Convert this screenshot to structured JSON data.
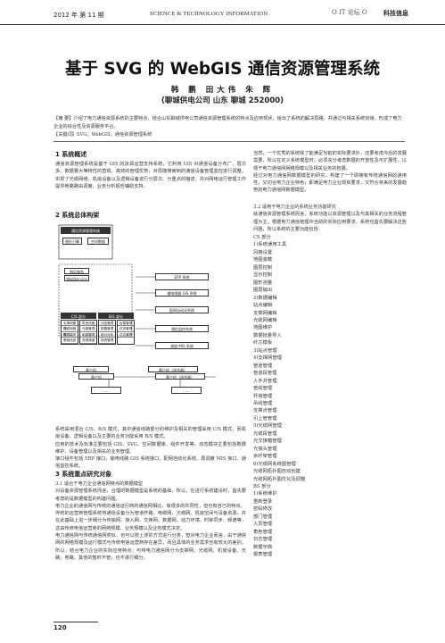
{
  "header": {
    "issue": "2012 年  第 11 期",
    "journal": "SCIENCE & TECHNOLOGY INFORMATION",
    "watermark": "O IT 论坛 O",
    "section": "科技信息"
  },
  "paper": {
    "title": "基于 SVG 的 WebGIS 通信资源管理系统",
    "authors": "韩 鹏  田大伟  朱 辉",
    "affiliation": "(聊城供电公司   山东   聊城   252000)",
    "abstract": "【摘  要】介绍了电力通信资源系统的主要特点，结合山东聊城供电公司通信资源管理系统的特点及应用现状，给出了系统的解决思路，并通过与相关系统衔接，形成了电力企业的综合性及资源服务平台。",
    "keywords": "【关键词】SVG；WebGIS；通信资源管理系统"
  },
  "left_column": {
    "sec1_title": "1  系统概述",
    "sec1_text": "通信资源管理系统是基于 GIS 的资源运营支持系统，它利用 GIS 对通信设备分布广、层次多、数据量大等特性的直观、高效的管理优势，对局端搜索到的通信设备管理监控进行调整，实现了光缆网络、机房设备以及逻辑设备进行分层次、分重点的描述，并对网络运行管理工作提供电路路由调度，业务分析报告辅助支持。",
    "sec2_title": "2  系统总体构架",
    "after_fig_text": "系统采用混合 C/S、B/S 模式，其中通信线路部分的维护及相关的管理采用 C/S 模式，而机房设备、逻辑设备以及主要的业务功能采用 B/S 模式。\n应用的技术及标准主要包括 GIS、SVG、空间数据库、组件开发等，动态模块主要包括数据维护、设备管理以及相关的业务管理。\n接口组件包括 ERP 接口、输电线路 GIS 系统接口、配网自动化系统、局调度 MIS 接口、通信监控系统。",
    "sec3_title": "3  系统重点研究对象",
    "sec31_text": "3.1  适合于电力企业通信网特点的数据模型\n对设备资源管理系统而言，合理的数据模型是系统的基础，所以，在进行系统建设时，首先要考虑的是数据模型的构建问题。\n电力企业的通信网与传统的通信运行商的通信网相比，有很多的共同性，但也有自己的特点。\n传统的运营商管理系统将通信设备分为管道杆路、电缆网、光缆网、机房空间与设备资源，并在此基础上进一步细分为传输网、接入网、交换网、数据网、动力环境、时钟同步、频谱等，这由传统电信运营商的网络规模、业务规模以及业务模式决定。\n电力通信网与传统通信网类似，也可以按上述的方式进行分类，但对电力企业而言，由于通信网的网络规模及运行模式与传统电信运营商存在差异，而且具体的业务需求也有较大的差别，所以，结合电力企业的实际应用特点，可将电力通信网分为支撑网、光缆网、机房设备、光路、电路、其他的暂时不管，也不进行细分。"
  },
  "right_column": {
    "intro_text": "当然，一个优秀的系统除了能满足当前的实际要求外，还要考虑今后的发展需要，所以在定义系统模型时，必须充分考虑数据的开放性及可扩展性，以便于电力通信网网络规模以及相关业务的拓展。\n经过对电力通信网数据模型的研究，构建了一个即拥有传统通信网的通用性，又切合电力企业特色，即满足电力企业现有要求，又符合将来的发展趋势的电力通信网数据模型。",
    "sec32_text": "3.2  适用于电力企业的系统业务功能研究\n就通信资源管理系统而言，系统功能以资源管理以及与其相关的业务流程管理为主，根据电力通信管理中当前的实际应用要求，系统也首先要解决这些问题，所以系统的主要功能包括：",
    "functions": [
      "CS 部分",
      "1)系统通用工具",
      "风格设置",
      "地图装载",
      "图层控制",
      "显示控制",
      "图形测量",
      "图层输出",
      "2)数据编辑",
      "站点编辑",
      "支撑网编辑",
      "光缆网编辑",
      "地图维护",
      "数据批量导入",
      "纤芯模板",
      "3)站点管理",
      "4)支撑网管理",
      "管道管理",
      "管道段管理",
      "人手井管理",
      "管线管理",
      "杆塔管理",
      "吊线管理",
      "支撑点管理",
      "引上管管理",
      "5)光缆网管理",
      "光缆段管理",
      "光交接箱管理",
      "光接头管理",
      "余纤架管理",
      "6)光缆网系统图管理",
      "光缆网拓扑图自动创建",
      "光缆网拓扑图优化及调整",
      "BS 部分",
      "1)系统维护",
      "重新登录",
      "密码修改",
      "部门管理",
      "人员管理",
      "角色管理",
      "日志管理",
      "数据字典",
      "报表管理"
    ]
  },
  "figure": {
    "app_layer": "通信资源管理系统",
    "gis_engine": "图形引擎",
    "svg_engine": "空间数据",
    "gis_service": "图层服务",
    "web_service": "WebService",
    "erp": "ERP 系统",
    "line_gis": "输电线路 GIS 系统",
    "dms": "配网自动化系统",
    "cs_title": "C/S 部分",
    "bs_title": "B/S 部分",
    "cs_items": [
      "支撑网管理",
      "光缆网管理",
      "数据维护",
      "基础信息"
    ],
    "cs_items2": [
      "机房设备",
      "光路管理",
      "电路管理",
      "资源调度"
    ],
    "bs_items": [
      "动态管理",
      "配置管理",
      "统计分析",
      "报表管理"
    ],
    "bs_items2": [
      "权限管理",
      "任务管理",
      "日志管理"
    ],
    "monitor": "通信监控系统",
    "mis": "调度 MIS 系统",
    "client_left": "客户机",
    "client_left2": "客户机",
    "client_right": "客户机（浏览器）",
    "client_right2": "客户机（浏览器）",
    "dots": "……"
  },
  "footer": {
    "page": "120"
  }
}
